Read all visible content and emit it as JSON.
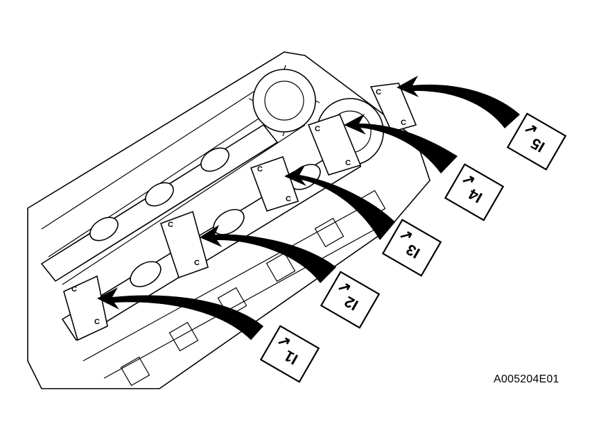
{
  "reference_code": "A005204E01",
  "labels": [
    {
      "id": "I1",
      "text": "I1"
    },
    {
      "id": "I2",
      "text": "I2"
    },
    {
      "id": "I3",
      "text": "I3"
    },
    {
      "id": "I4",
      "text": "I4"
    },
    {
      "id": "I5",
      "text": "I5"
    }
  ],
  "cap_marks": [
    "C",
    "C",
    "C",
    "C",
    "C",
    "C",
    "C",
    "C",
    "C",
    "C"
  ]
}
